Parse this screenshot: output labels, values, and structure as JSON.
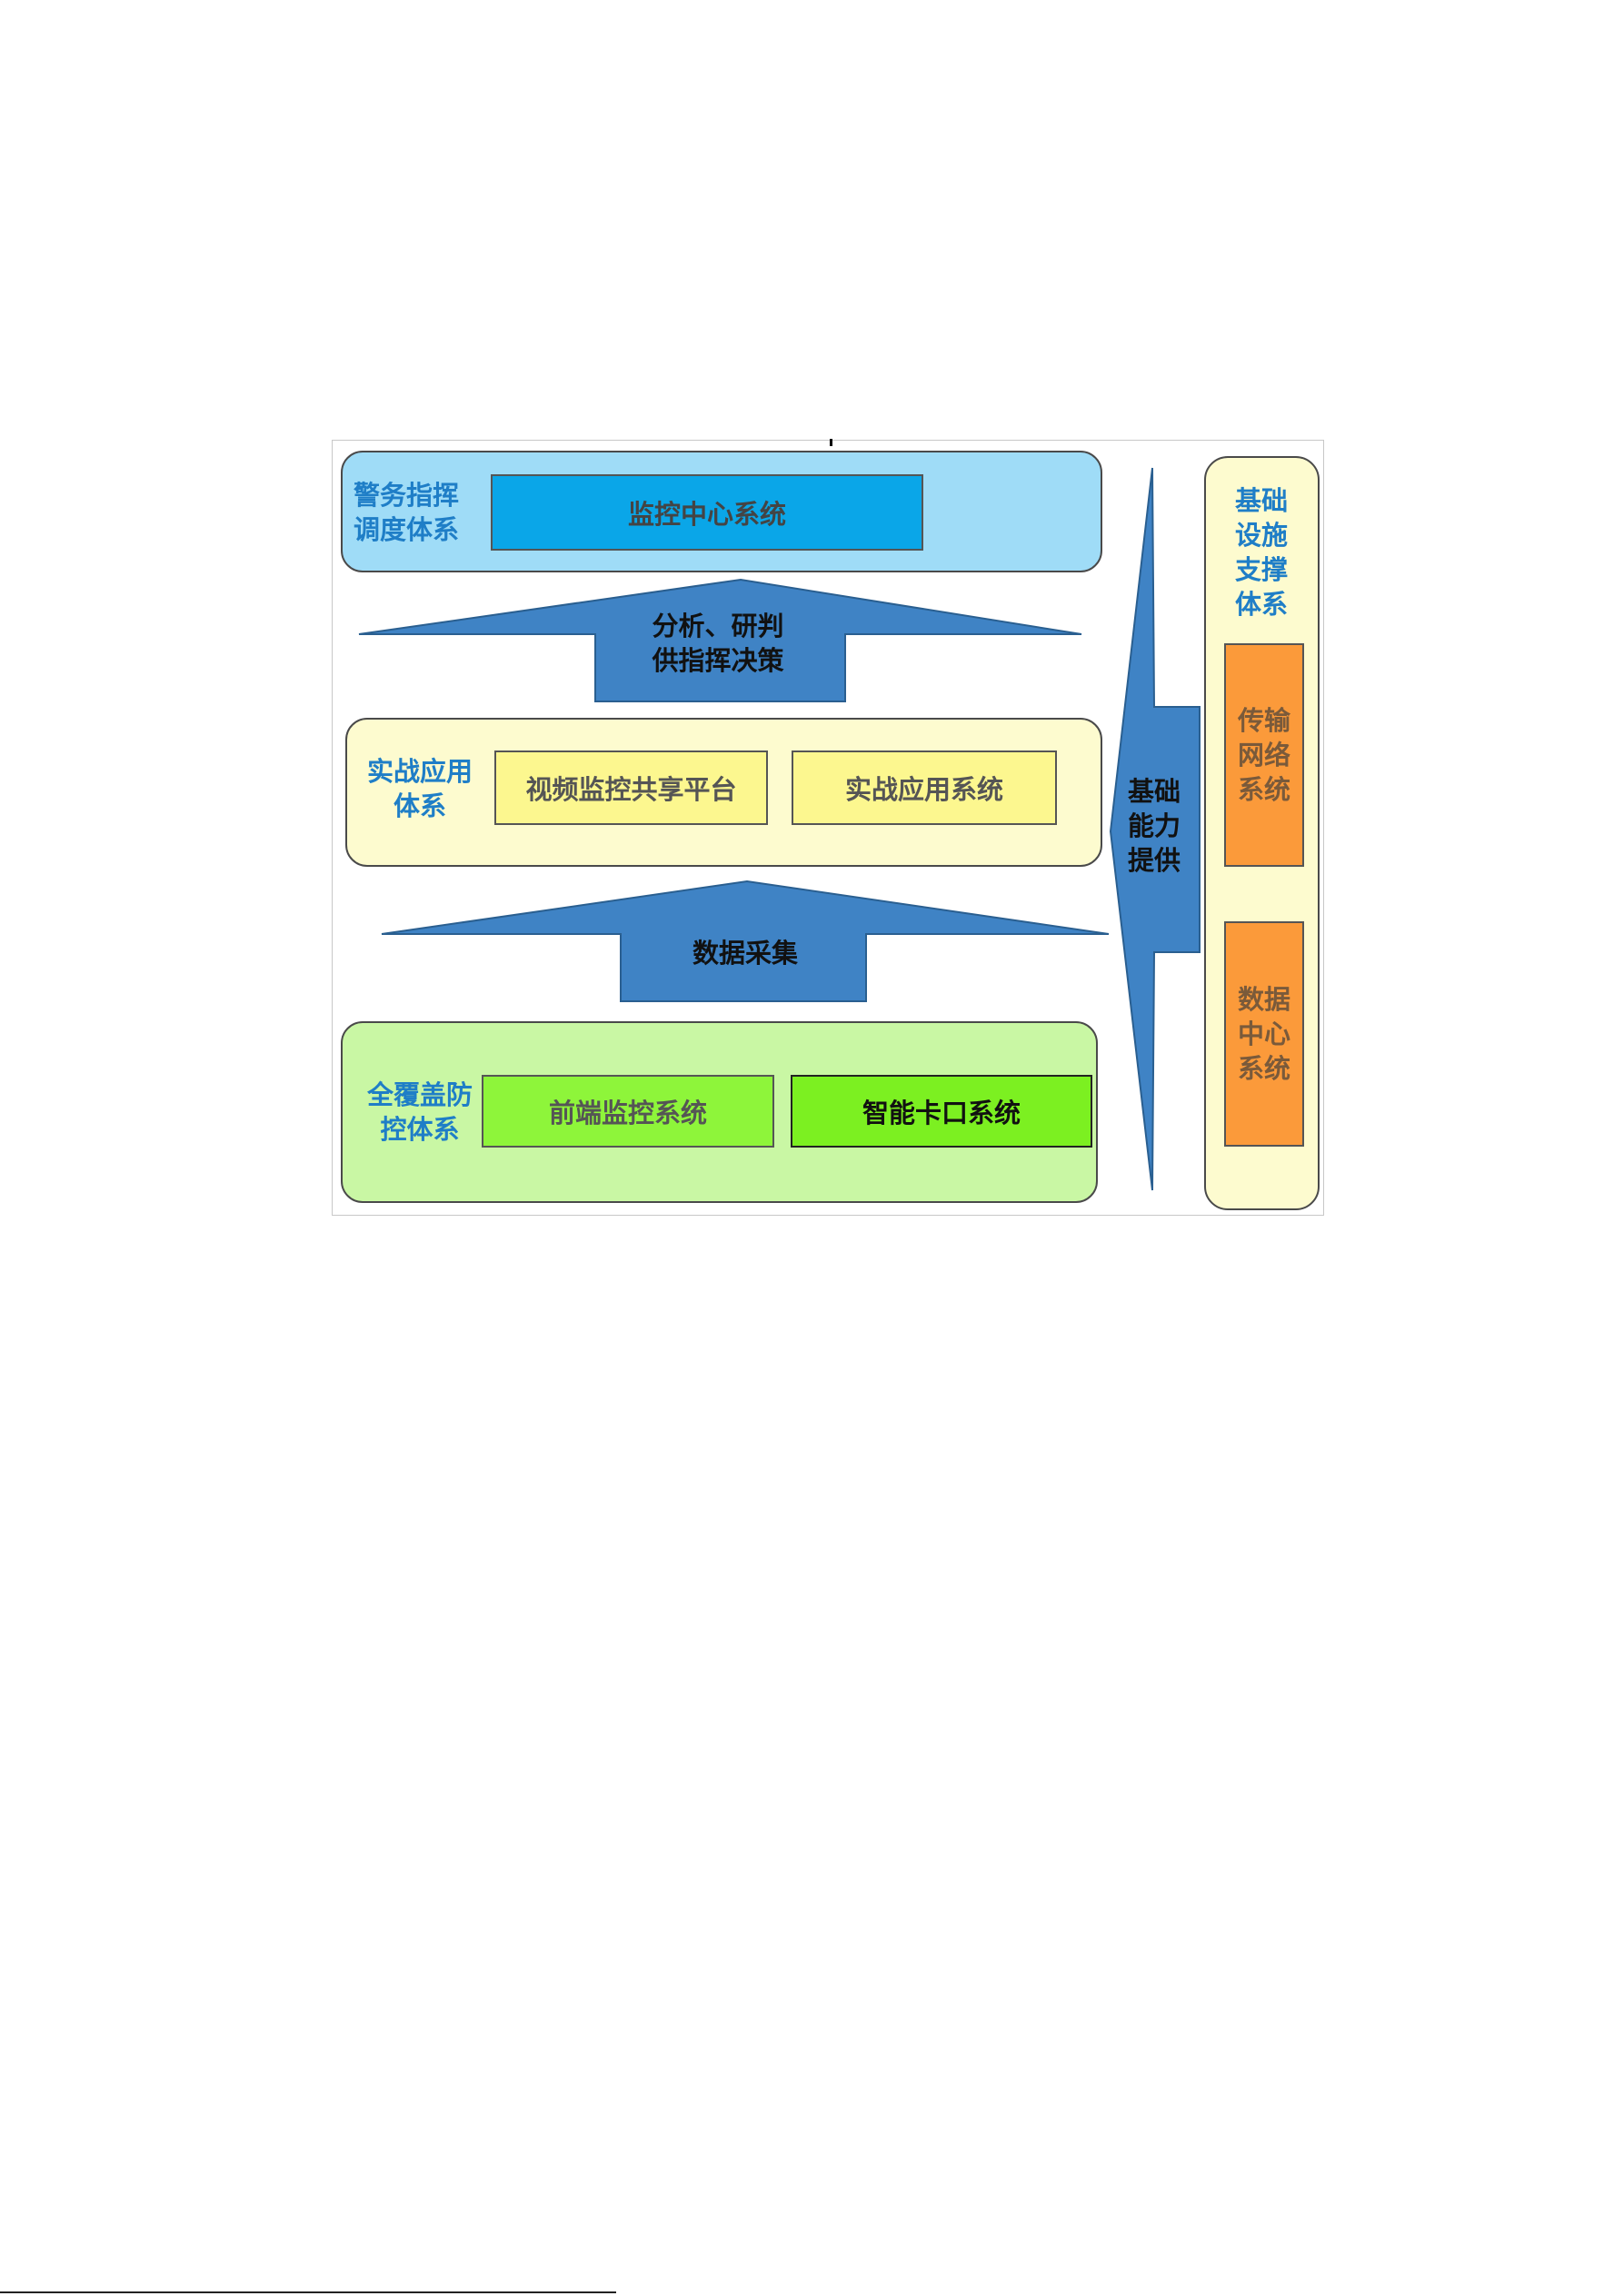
{
  "diagram": {
    "command_layer": {
      "label": "警务指挥\n调度体系",
      "box": "监控中心系统"
    },
    "arrow_upper": "分析、研判\n供指挥决策",
    "app_layer": {
      "label": "实战应用\n体系",
      "boxes": [
        "视频监控共享平台",
        "实战应用系统"
      ]
    },
    "arrow_lower": "数据采集",
    "defense_layer": {
      "label": "全覆盖防\n控体系",
      "boxes": [
        "前端监控系统",
        "智能卡口系统"
      ]
    },
    "side_arrow": "基础\n能力\n提供",
    "infra_layer": {
      "label": "基础\n设施\n支撑\n体系",
      "boxes": [
        "传输\n网络\n系统",
        "数据\n中心\n系统"
      ]
    }
  },
  "colors": {
    "arrow_fill": "#3f83c5",
    "label_blue": "#1f7ec7",
    "command_bg": "#9fdcf7",
    "app_bg": "#fdfbcf",
    "defense_bg": "#c9f7a4",
    "orange": "#fb9a3a"
  }
}
